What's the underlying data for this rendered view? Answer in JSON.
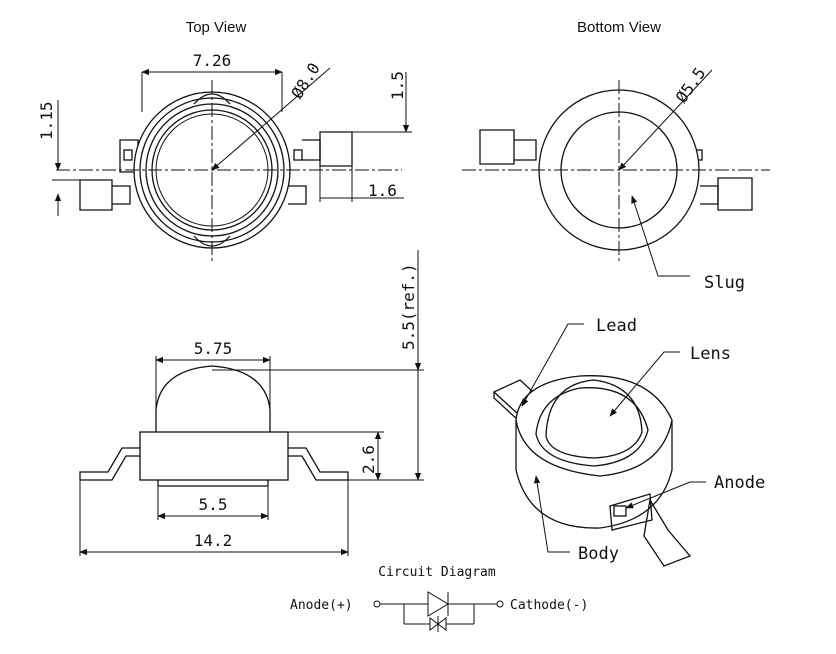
{
  "titles": {
    "top_view": "Top View",
    "bottom_view": "Bottom View"
  },
  "dimensions": {
    "top_width": "7.26",
    "top_lens_diameter": "Ø8.0",
    "top_lead_height": "1.5",
    "top_lead_thickness": "1.15",
    "top_lead_width": "1.6",
    "bottom_slug_diameter": "Ø5.5",
    "side_lens_width": "5.75",
    "side_total_height": "5.5(ref.)",
    "side_body_height": "2.6",
    "side_base_width": "5.5",
    "side_total_length": "14.2"
  },
  "labels": {
    "slug": "Slug",
    "lead": "Lead",
    "lens": "Lens",
    "anode": "Anode",
    "body": "Body"
  },
  "circuit": {
    "title": "Circuit Diagram",
    "anode": "Anode(+)",
    "cathode": "Cathode(-)"
  }
}
